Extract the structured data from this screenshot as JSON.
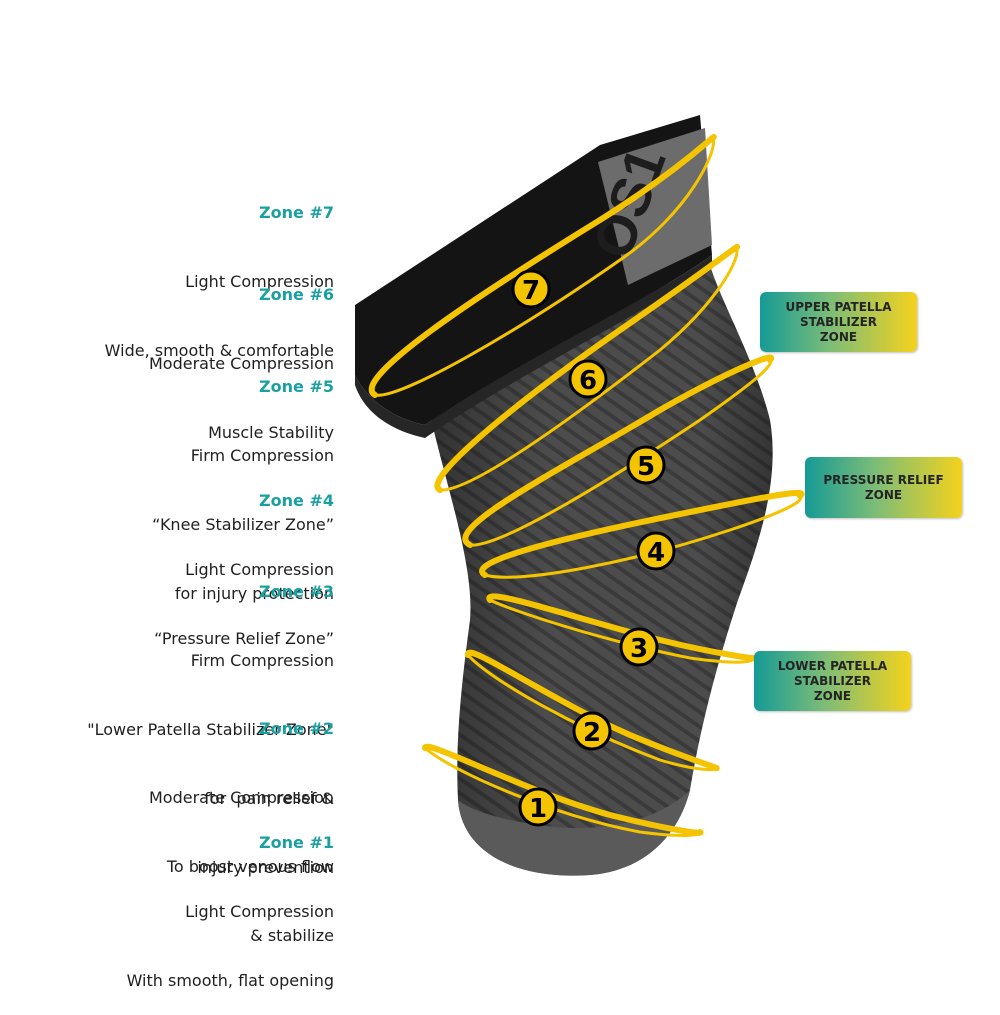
{
  "zones": [
    {
      "title": "Zone #7",
      "lines": [
        "Light Compression",
        "Wide, smooth & comfortable"
      ]
    },
    {
      "title": "Zone #6",
      "lines": [
        "Moderate Compression",
        "Muscle Stability"
      ]
    },
    {
      "title": "Zone #5",
      "lines": [
        "Firm Compression",
        "“Knee Stabilizer Zone”",
        "for injury protection"
      ]
    },
    {
      "title": "Zone #4",
      "lines": [
        "Light Compression",
        "“Pressure Relief Zone”"
      ]
    },
    {
      "title": "Zone #3",
      "lines": [
        "Firm Compression",
        "\"Lower Patella Stabilizer Zone\"",
        "for  pain relief &",
        "injury prevention"
      ]
    },
    {
      "title": "Zone #2",
      "lines": [
        "Moderate Compression",
        "To boost venous flow",
        "& stabilize"
      ]
    },
    {
      "title": "Zone #1",
      "lines": [
        "Light Compression",
        "With smooth, flat opening"
      ]
    }
  ],
  "callouts": {
    "upper": [
      "UPPER PATELLA",
      "STABILIZER",
      "ZONE"
    ],
    "pressure": [
      "PRESSURE RELIEF",
      "ZONE"
    ],
    "lower": [
      "LOWER PATELLA",
      "STABILIZER",
      "ZONE"
    ]
  },
  "ring_numbers": [
    "7",
    "6",
    "5",
    "4",
    "3",
    "2",
    "1"
  ],
  "logo": "OS1",
  "colors": {
    "accent_teal": "#1aa0a0",
    "ring_yellow": "#f5c400",
    "sleeve_gray": "#4a4a4a",
    "band_black": "#141414"
  }
}
